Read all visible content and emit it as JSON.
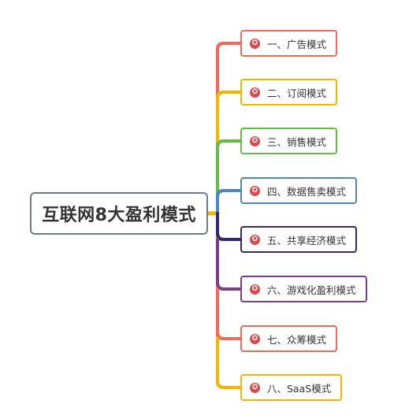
{
  "root": {
    "title": "互联网8大盈利模式"
  },
  "branches": [
    {
      "label": "一、广告模式",
      "color": "#f06a5a",
      "icon": "star-badge-icon"
    },
    {
      "label": "二、订阅模式",
      "color": "#f5b400",
      "icon": "star-badge-icon"
    },
    {
      "label": "三、销售模式",
      "color": "#66bb46",
      "icon": "star-badge-icon"
    },
    {
      "label": "四、数据售卖模式",
      "color": "#4a86c8",
      "icon": "star-badge-icon"
    },
    {
      "label": "五、共享经济模式",
      "color": "#2f2a72",
      "icon": "star-badge-icon"
    },
    {
      "label": "六、游戏化盈利模式",
      "color": "#7a3e8c",
      "icon": "star-badge-icon"
    },
    {
      "label": "七、众筹模式",
      "color": "#f06a5a",
      "icon": "star-badge-icon"
    },
    {
      "label": "八、SaaS模式",
      "color": "#f5b400",
      "icon": "star-badge-icon"
    }
  ],
  "colors": {
    "trunk": "#f5b400",
    "root_border": "#6f7a86",
    "badge": "#e0474c"
  }
}
